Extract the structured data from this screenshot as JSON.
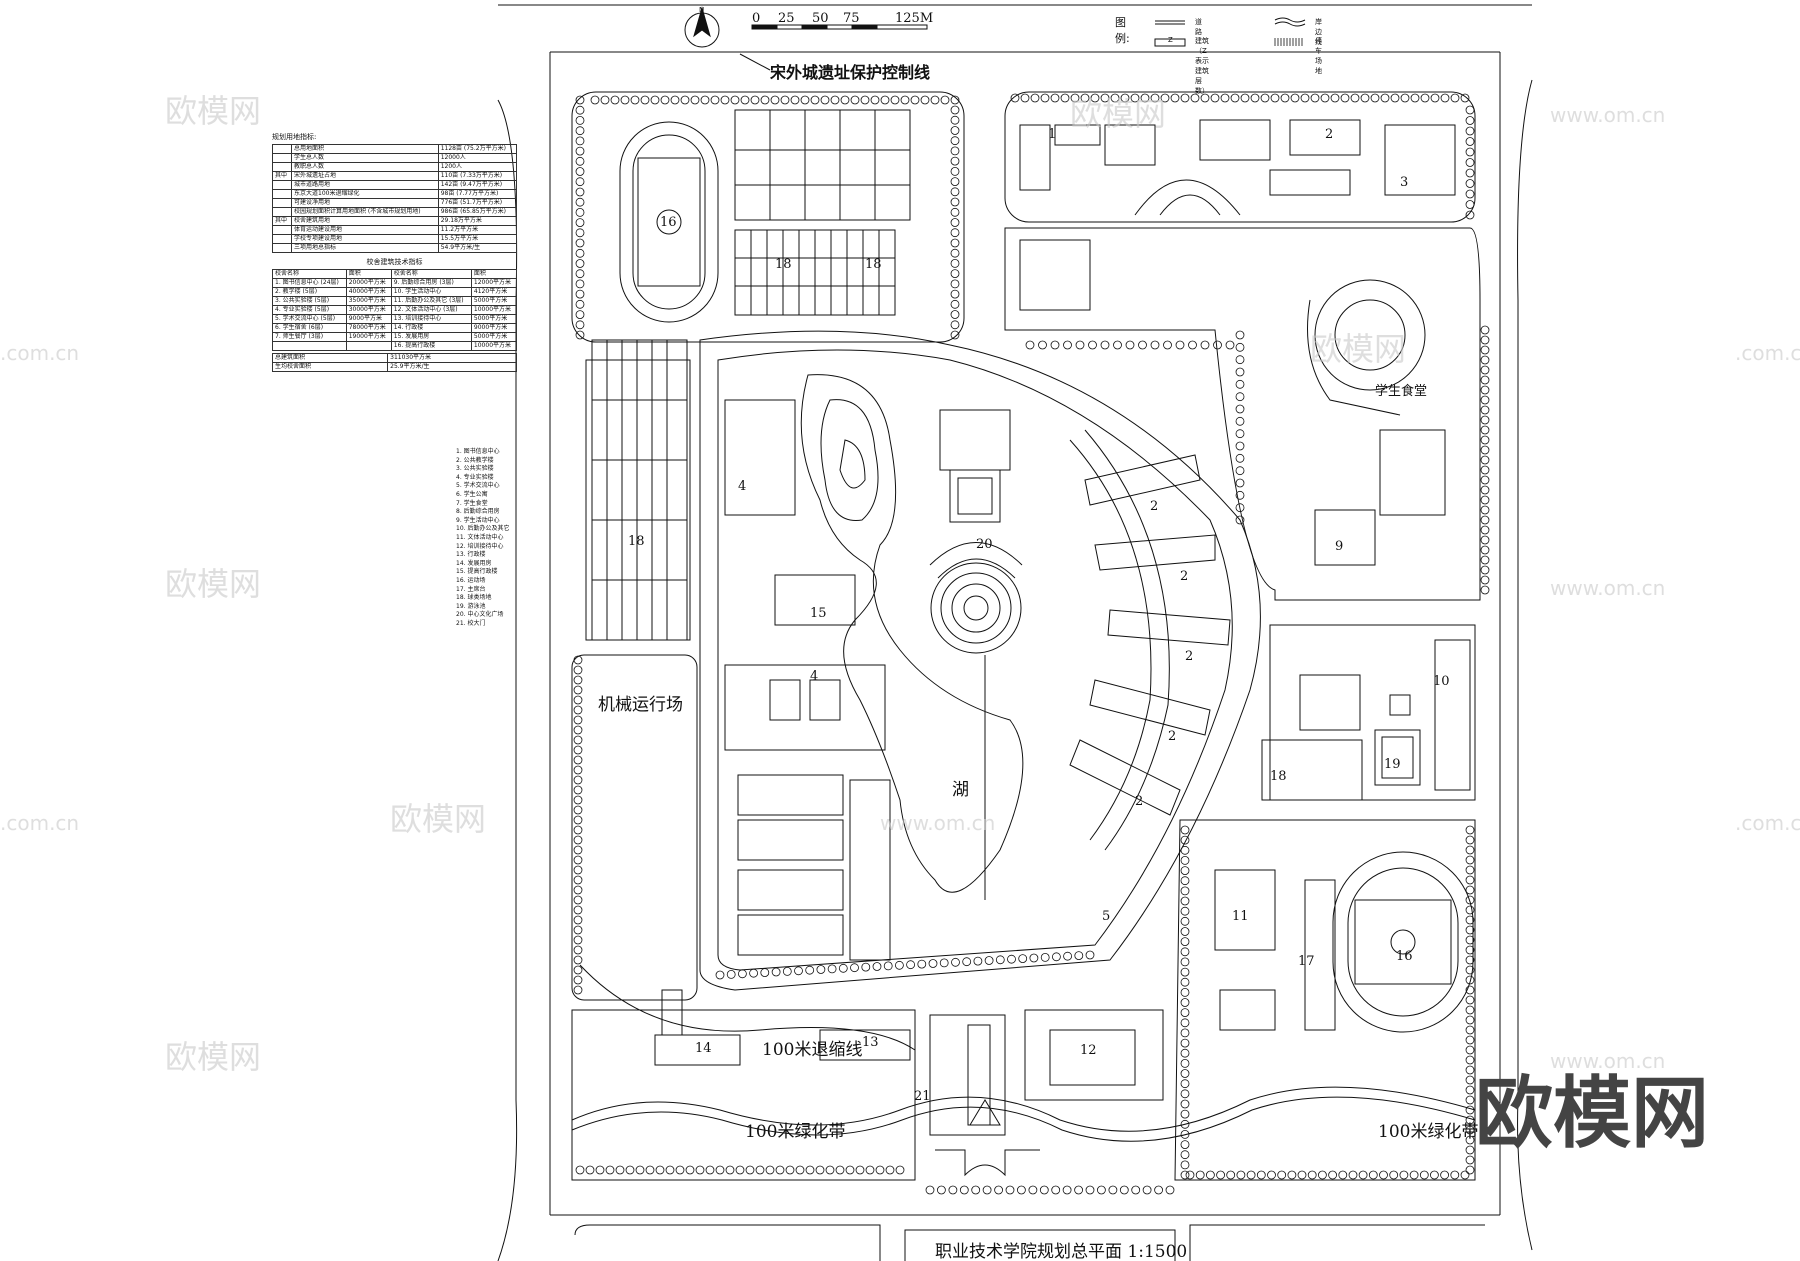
{
  "scale": {
    "ticks": [
      "0",
      "25",
      "50",
      "75",
      "125M"
    ]
  },
  "legend": {
    "title": "图例:",
    "road": "道路",
    "shore": "岸边线",
    "building": "建筑（Z表示建筑层数）",
    "parking": "停车场地",
    "building_code": "Z"
  },
  "heading_control_line": "宋外城遗址保护控制线",
  "drawing_title": "职业技术学院规划总平面 1:1500",
  "zone_labels": {
    "machine_yard": "机械运行场",
    "lake": "湖",
    "cafeteria": "学生食堂",
    "setback_left": "100米退缩线",
    "green_left": "100米绿化带",
    "green_right": "100米绿化带"
  },
  "building_numbers": [
    "1",
    "2",
    "3",
    "4",
    "5",
    "9",
    "10",
    "11",
    "12",
    "13",
    "14",
    "15",
    "16",
    "17",
    "18",
    "19",
    "20",
    "21"
  ],
  "indicator_table": {
    "title": "规划用地指标:",
    "rows": [
      [
        "",
        "总用地面积",
        "1128亩 (75.2万平方米)"
      ],
      [
        "",
        "学生总人数",
        "12000人"
      ],
      [
        "",
        "教职总人数",
        "1200人"
      ],
      [
        "其中",
        "宋外城遗址占地",
        "110亩 (7.33万平方米)"
      ],
      [
        "",
        "城市道路用地",
        "142亩 (9.47万平方米)"
      ],
      [
        "",
        "东京大道100米退缩绿化",
        "98亩 (7.77万平方米)"
      ],
      [
        "",
        "可建设净用地",
        "776亩 (51.7万平方米)"
      ],
      [
        "",
        "校园规划面积计算用地面积 (不含城市规划用地)",
        "986亩 (65.85万平方米)"
      ],
      [
        "其中",
        "校舍建筑用地",
        "29.18万平方米"
      ],
      [
        "",
        "体育运动建设用地",
        "11.2万平方米"
      ],
      [
        "",
        "学校专项建设用地",
        "15.5万平方米"
      ],
      [
        "",
        "三项用地总指标",
        "54.9平方米/生"
      ]
    ]
  },
  "building_table": {
    "title": "校舍建筑技术指标",
    "header": [
      "校舍名称",
      "面积",
      "校舍名称",
      "面积"
    ],
    "rows": [
      [
        "1. 图书信息中心 (24层)",
        "20000平方米",
        "9. 后勤综合用房 (3层)",
        "12000平方米"
      ],
      [
        "2. 教学楼 (5层)",
        "40000平方米",
        "10. 学生活动中心",
        "4120平方米"
      ],
      [
        "3. 公共实验楼 (5层)",
        "35000平方米",
        "11. 后勤办公及其它 (3层)",
        "5000平方米"
      ],
      [
        "4. 专业实验楼 (5层)",
        "30000平方米",
        "12. 文体活动中心 (3层)",
        "10000平方米"
      ],
      [
        "5. 学术交流中心 (5层)",
        "9000平方米",
        "13. 培训接待中心",
        "5000平方米"
      ],
      [
        "6. 学生宿舍 (6层)",
        "78000平方米",
        "14. 行政楼",
        "9000平方米"
      ],
      [
        "7. 师生餐厅 (3层)",
        "19000平方米",
        "15. 发展用房",
        "5000平方米"
      ],
      [
        "",
        "",
        "16. 提高行政楼",
        "10000平方米"
      ]
    ],
    "total_area_label": "总建筑面积",
    "total_area_value": "311030平方米",
    "per_student_label": "生均校舍面积",
    "per_student_value": "25.9平方米/生"
  },
  "legend_list": [
    "1. 图书信息中心",
    "2. 公共教学楼",
    "3. 公共实验楼",
    "4. 专业实验楼",
    "5. 学术交流中心",
    "6. 学生公寓",
    "7. 学生食堂",
    "8. 后勤综合用房",
    "9. 学生活动中心",
    "10. 后勤办公及其它",
    "11. 文体活动中心",
    "12. 培训接待中心",
    "13. 行政楼",
    "14. 发展用房",
    "15. 提高行政楼",
    "16. 运动场",
    "17. 主席台",
    "18. 球类场地",
    "19. 游泳池",
    "20. 中心文化广场",
    "21. 校大门"
  ],
  "watermark": "欧模网",
  "watermark_url": "www.om.cn",
  "watermark_domain": ".com.cn",
  "brand": "欧模网",
  "colors": {
    "line": "#111111",
    "paper": "#ffffff",
    "watermark": "#c9c9c9"
  }
}
